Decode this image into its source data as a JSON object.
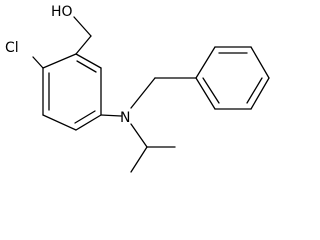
{
  "molecule": {
    "atom_labels": {
      "hydroxyl": "HO",
      "chlorine": "Cl",
      "nitrogen": "N"
    },
    "bond_color": "#000000",
    "background_color": "#ffffff"
  }
}
